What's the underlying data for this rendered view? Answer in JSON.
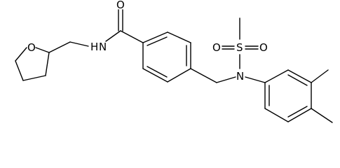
{
  "diagram": {
    "atoms": {
      "o_carbonyl": "O",
      "n_amide": "N",
      "h_amide": "H",
      "o_ring": "O",
      "s_sulfonyl": "S",
      "o_sulfonyl_left": "O",
      "o_sulfonyl_right": "O",
      "n_sulfonamide": "N"
    },
    "colors": {
      "bond": "#000000",
      "label": "#000000",
      "background": "#ffffff"
    }
  }
}
